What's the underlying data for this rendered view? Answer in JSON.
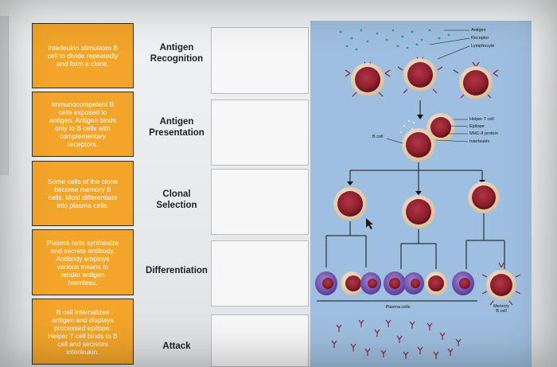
{
  "cards": [
    {
      "text": "Interleukin stimulates B\ncell to divide repeatedly\nand form a clone."
    },
    {
      "text": "Immunocompetent B\ncells exposed to\nantigen. Antigen binds\nonly to B cells with\ncomplementary\nreceptors."
    },
    {
      "text": "Some cells of the clone\nbecome memory B\ncells. Most differentiate\ninto plasma cells."
    },
    {
      "text": "Plasma cells synthesize\nand secrete antibody.\nAntibody employs\nvarious means to\nrender antigen\nharmless."
    },
    {
      "text": "B cell internalizes\nantigen and displays\nprocessed epitope.\nHelper T cell binds to B\ncell and secretes\ninterleukin."
    }
  ],
  "steps": [
    {
      "label": "Antigen\nRecognition"
    },
    {
      "label": "Antigen\nPresentation"
    },
    {
      "label": "Clonal\nSelection"
    },
    {
      "label": "Differentiation"
    },
    {
      "label": "Attack"
    }
  ],
  "diagram": {
    "labels": {
      "antigen": "Antigen",
      "receptor": "Receptor",
      "lymphocyte": "Lymphocyte",
      "helper_t_cell": "Helper T cell",
      "epitope": "Epitope",
      "mhc_ii_protein": "MHC-II protein",
      "interleukin": "Interleukin",
      "b_cell": "B cell",
      "plasma_cells": "Plasma cells",
      "memory_b_cell": "Memory\nB cell"
    },
    "colors": {
      "background": "#9fbfe0",
      "cell_nucleus": "#8c1f2c",
      "cell_body": "#e9d3b8",
      "plasma_purple": "#6a4aa8",
      "antigen_dots": "#1aa5a0"
    }
  },
  "colors": {
    "card_fill": "#f3a52a",
    "card_border": "#2b2f36"
  }
}
